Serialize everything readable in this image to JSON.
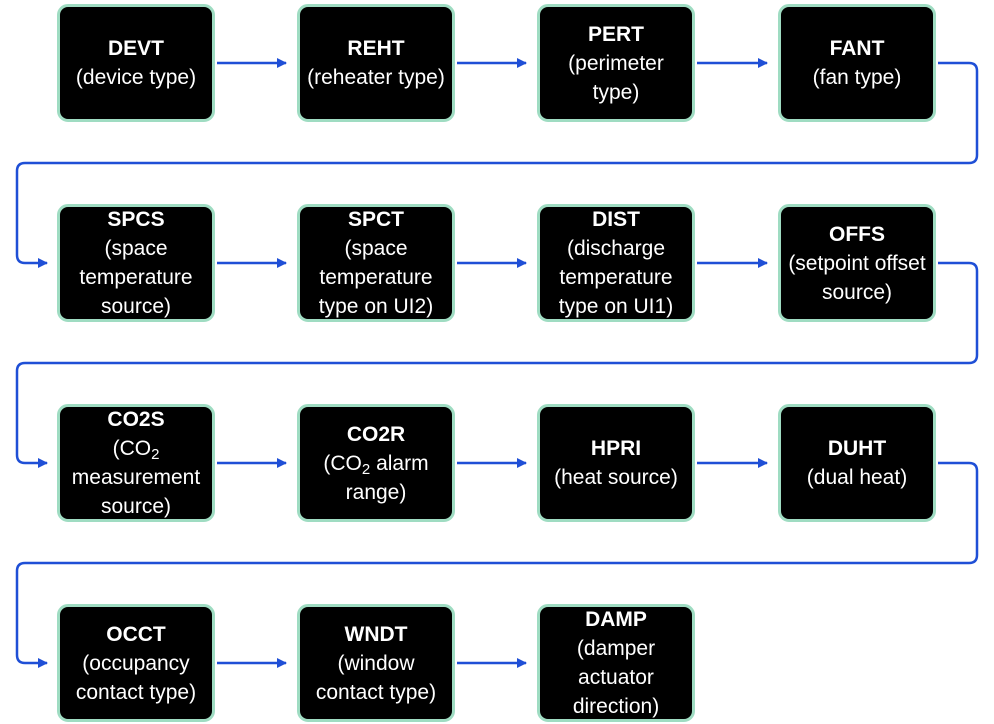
{
  "colors": {
    "box_fill": "#000000",
    "box_border": "#9fdcc2",
    "box_text": "#ffffff",
    "connector": "#1f4fd6"
  },
  "nodes": [
    {
      "id": "devt",
      "code": "DEVT",
      "desc": "(device type)"
    },
    {
      "id": "reht",
      "code": "REHT",
      "desc": "(reheater type)"
    },
    {
      "id": "pert",
      "code": "PERT",
      "desc": "(perimeter type)"
    },
    {
      "id": "fant",
      "code": "FANT",
      "desc": "(fan type)"
    },
    {
      "id": "spcs",
      "code": "SPCS",
      "desc": "(space temperature source)"
    },
    {
      "id": "spct",
      "code": "SPCT",
      "desc": "(space temperature type on UI2)"
    },
    {
      "id": "dist",
      "code": "DIST",
      "desc": "(discharge temperature type on UI1)"
    },
    {
      "id": "offs",
      "code": "OFFS",
      "desc": "(setpoint offset source)"
    },
    {
      "id": "co2s",
      "code": "CO2S",
      "desc_pre": "(CO",
      "desc_sub": "2",
      "desc_post": " measurement source)"
    },
    {
      "id": "co2r",
      "code": "CO2R",
      "desc_pre": "(CO",
      "desc_sub": "2",
      "desc_post": " alarm range)"
    },
    {
      "id": "hpri",
      "code": "HPRI",
      "desc": "(heat source)"
    },
    {
      "id": "duht",
      "code": "DUHT",
      "desc": "(dual heat)"
    },
    {
      "id": "occt",
      "code": "OCCT",
      "desc": "(occupancy contact type)"
    },
    {
      "id": "wndt",
      "code": "WNDT",
      "desc": "(window contact type)"
    },
    {
      "id": "damp",
      "code": "DAMP",
      "desc": "(damper actuator direction)"
    }
  ]
}
